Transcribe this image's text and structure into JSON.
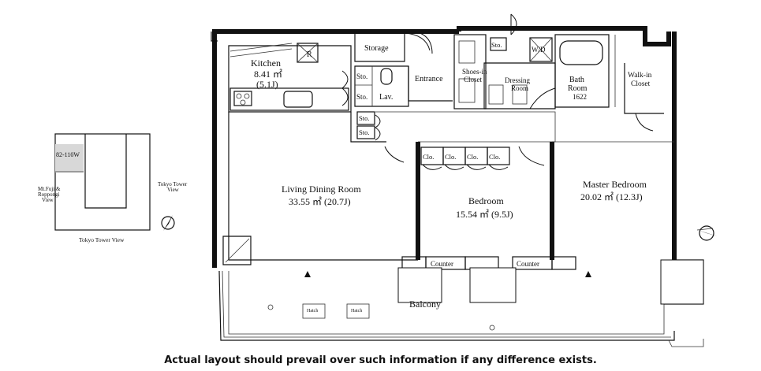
{
  "rooms": {
    "kitchen": {
      "name": "Kitchen",
      "area": "8.41 ㎡",
      "tatami": "(5.1J)"
    },
    "living": {
      "name": "Living Dining Room",
      "area": "33.55 ㎡ (20.7J)"
    },
    "bedroom": {
      "name": "Bedroom",
      "area": "15.54 ㎡ (9.5J)"
    },
    "master": {
      "name": "Master Bedroom",
      "area": "20.02 ㎡ (12.3J)"
    },
    "storage": "Storage",
    "entrance": "Entrance",
    "shoes_1": "Shoes-in",
    "shoes_2": "Closet",
    "dressing_1": "Dressing",
    "dressing_2": "Room",
    "bath_1": "Bath",
    "bath_2": "Room",
    "bath_3": "1622",
    "walkin_1": "Walk-in",
    "walkin_2": "Closet",
    "wd": "W/D",
    "lav": "Lav.",
    "refrigerator": "R",
    "sto": "Sto.",
    "clo": "Clo.",
    "counter": "Counter",
    "balcony": "Balcony",
    "hatch": "Hatch"
  },
  "keymap": {
    "unit_code": "82-110W",
    "west_1": "Mt.Fuji &",
    "west_2": "Roppongi",
    "west_3": "View",
    "east_1": "Tokyo Tower",
    "east_2": "View",
    "south": "Tokyo Tower View"
  },
  "footnote": "Actual layout should prevail over such information if any difference exists."
}
